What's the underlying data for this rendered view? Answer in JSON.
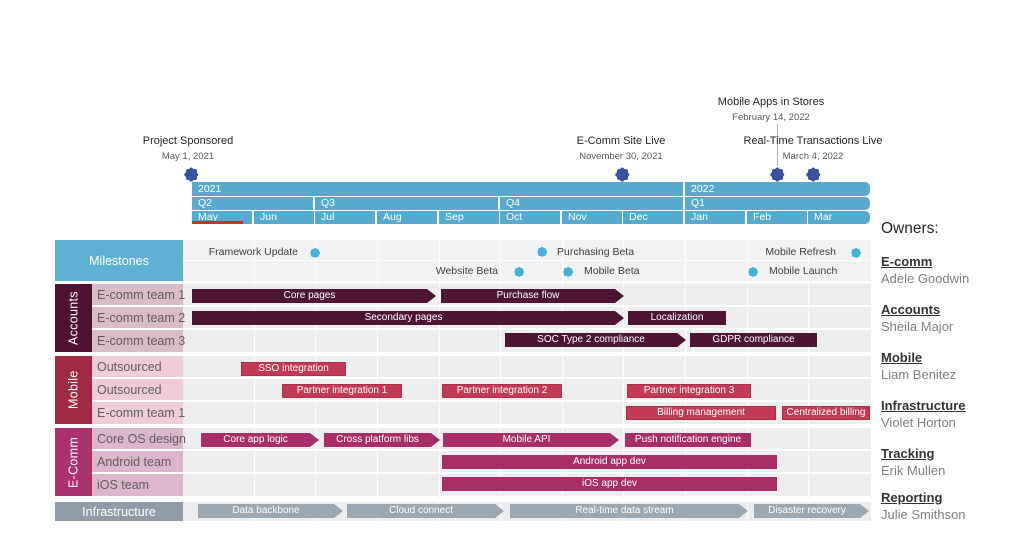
{
  "colors": {
    "timeline_band": "#57a9cd",
    "milestone_star_blue": "#45b1da",
    "timeline_marker_navy": "#3a52a3",
    "accounts_bar": "#4e1434",
    "mobile_bar": "#c23a53",
    "ecomm_bar": "#a72e68",
    "infrastructure_bar": "#9ba7b1",
    "today_marker": "#e0262e"
  },
  "chart_data": {
    "type": "gantt",
    "title": "",
    "axis": {
      "start": "2021-05",
      "end": "2022-03",
      "unit": "month",
      "years": [
        "2021",
        "2022"
      ],
      "quarters": [
        "Q2",
        "Q3",
        "Q4",
        "Q1"
      ],
      "months": [
        "May",
        "Jun",
        "Jul",
        "Aug",
        "Sep",
        "Oct",
        "Nov",
        "Dec",
        "Jan",
        "Feb",
        "Mar"
      ],
      "today_marker_month": "May 2021"
    },
    "timeline_milestones": [
      {
        "title": "Project Sponsored",
        "date": "May 1, 2021"
      },
      {
        "title": "E-Comm Site Live",
        "date": "November 30, 2021"
      },
      {
        "title": "Mobile Apps in Stores",
        "date": "February 14, 2022"
      },
      {
        "title": "Real-Time Transactions Live",
        "date": "March 4, 2022"
      }
    ],
    "lanes": [
      {
        "name": "Milestones",
        "milestones": [
          {
            "label": "Framework Update",
            "approx_date": "2021-07-01"
          },
          {
            "label": "Purchasing Beta",
            "approx_date": "2021-10-22"
          },
          {
            "label": "Mobile Refresh",
            "approx_date": "2022-03-24"
          },
          {
            "label": "Website Beta",
            "approx_date": "2021-10-10"
          },
          {
            "label": "Mobile Beta",
            "approx_date": "2021-11-03"
          },
          {
            "label": "Mobile Launch",
            "approx_date": "2022-02-03"
          }
        ]
      },
      {
        "name": "Accounts",
        "rows": [
          {
            "resource": "E-comm team 1",
            "tasks": [
              {
                "label": "Core pages",
                "start": "2021-05-01",
                "end": "2021-08-31"
              },
              {
                "label": "Purchase flow",
                "start": "2021-09-01",
                "end": "2021-11-30"
              }
            ]
          },
          {
            "resource": "E-comm team 2",
            "tasks": [
              {
                "label": "Secondary pages",
                "start": "2021-05-01",
                "end": "2021-11-30"
              },
              {
                "label": "Localization",
                "start": "2021-12-01",
                "end": "2022-01-20"
              }
            ]
          },
          {
            "resource": "E-comm team 3",
            "tasks": [
              {
                "label": "SOC Type 2 compliance",
                "start": "2021-10-01",
                "end": "2022-01-01"
              },
              {
                "label": "GDPR compliance",
                "start": "2022-01-05",
                "end": "2022-03-05"
              }
            ]
          }
        ]
      },
      {
        "name": "Mobile",
        "rows": [
          {
            "resource": "Outsourced",
            "tasks": [
              {
                "label": "SSO integration",
                "start": "2021-05-25",
                "end": "2021-07-15"
              }
            ]
          },
          {
            "resource": "Outsourced",
            "tasks": [
              {
                "label": "Partner integration 1",
                "start": "2021-06-15",
                "end": "2021-08-13"
              },
              {
                "label": "Partner integration 2",
                "start": "2021-09-01",
                "end": "2021-10-31"
              },
              {
                "label": "Partner integration 3",
                "start": "2021-12-01",
                "end": "2022-02-01"
              }
            ]
          },
          {
            "resource": "E-comm team 1",
            "tasks": [
              {
                "label": "Billing management",
                "start": "2021-12-01",
                "end": "2022-02-14"
              },
              {
                "label": "Centralized billing",
                "start": "2022-02-17",
                "end": "2022-03-31"
              }
            ]
          }
        ]
      },
      {
        "name": "E-Comm",
        "rows": [
          {
            "resource": "Core OS design",
            "tasks": [
              {
                "label": "Core app logic",
                "start": "2021-05-05",
                "end": "2021-07-01"
              },
              {
                "label": "Cross platform libs",
                "start": "2021-07-05",
                "end": "2021-08-31"
              },
              {
                "label": "Mobile API",
                "start": "2021-09-02",
                "end": "2021-11-28"
              },
              {
                "label": "Push notification engine",
                "start": "2021-12-01",
                "end": "2022-02-01"
              }
            ]
          },
          {
            "resource": "Android team",
            "tasks": [
              {
                "label": "Android app dev",
                "start": "2021-09-01",
                "end": "2022-02-14"
              }
            ]
          },
          {
            "resource": "iOS team",
            "tasks": [
              {
                "label": "iOS app dev",
                "start": "2021-09-01",
                "end": "2022-02-14"
              }
            ]
          }
        ]
      },
      {
        "name": "Infrastructure",
        "rows": [
          {
            "resource": "Infrastructure",
            "tasks": [
              {
                "label": "Data backbone",
                "start": "2021-05-04",
                "end": "2021-07-15"
              },
              {
                "label": "Cloud connect",
                "start": "2021-07-16",
                "end": "2021-09-30"
              },
              {
                "label": "Real-time data stream",
                "start": "2021-10-03",
                "end": "2022-02-01"
              },
              {
                "label": "Disaster recovery",
                "start": "2022-02-03",
                "end": "2022-03-31"
              }
            ]
          }
        ]
      }
    ]
  },
  "owners": {
    "heading": "Owners:",
    "entries": [
      {
        "team": "E-comm",
        "name": "Adele Goodwin"
      },
      {
        "team": "Accounts",
        "name": "Sheila Major"
      },
      {
        "team": "Mobile",
        "name": "Liam Benitez"
      },
      {
        "team": "Infrastructure",
        "name": "Violet Horton"
      },
      {
        "team": "Tracking",
        "name": "Erik Mullen"
      },
      {
        "team": "Reporting",
        "name": "Julie Smithson"
      }
    ]
  }
}
